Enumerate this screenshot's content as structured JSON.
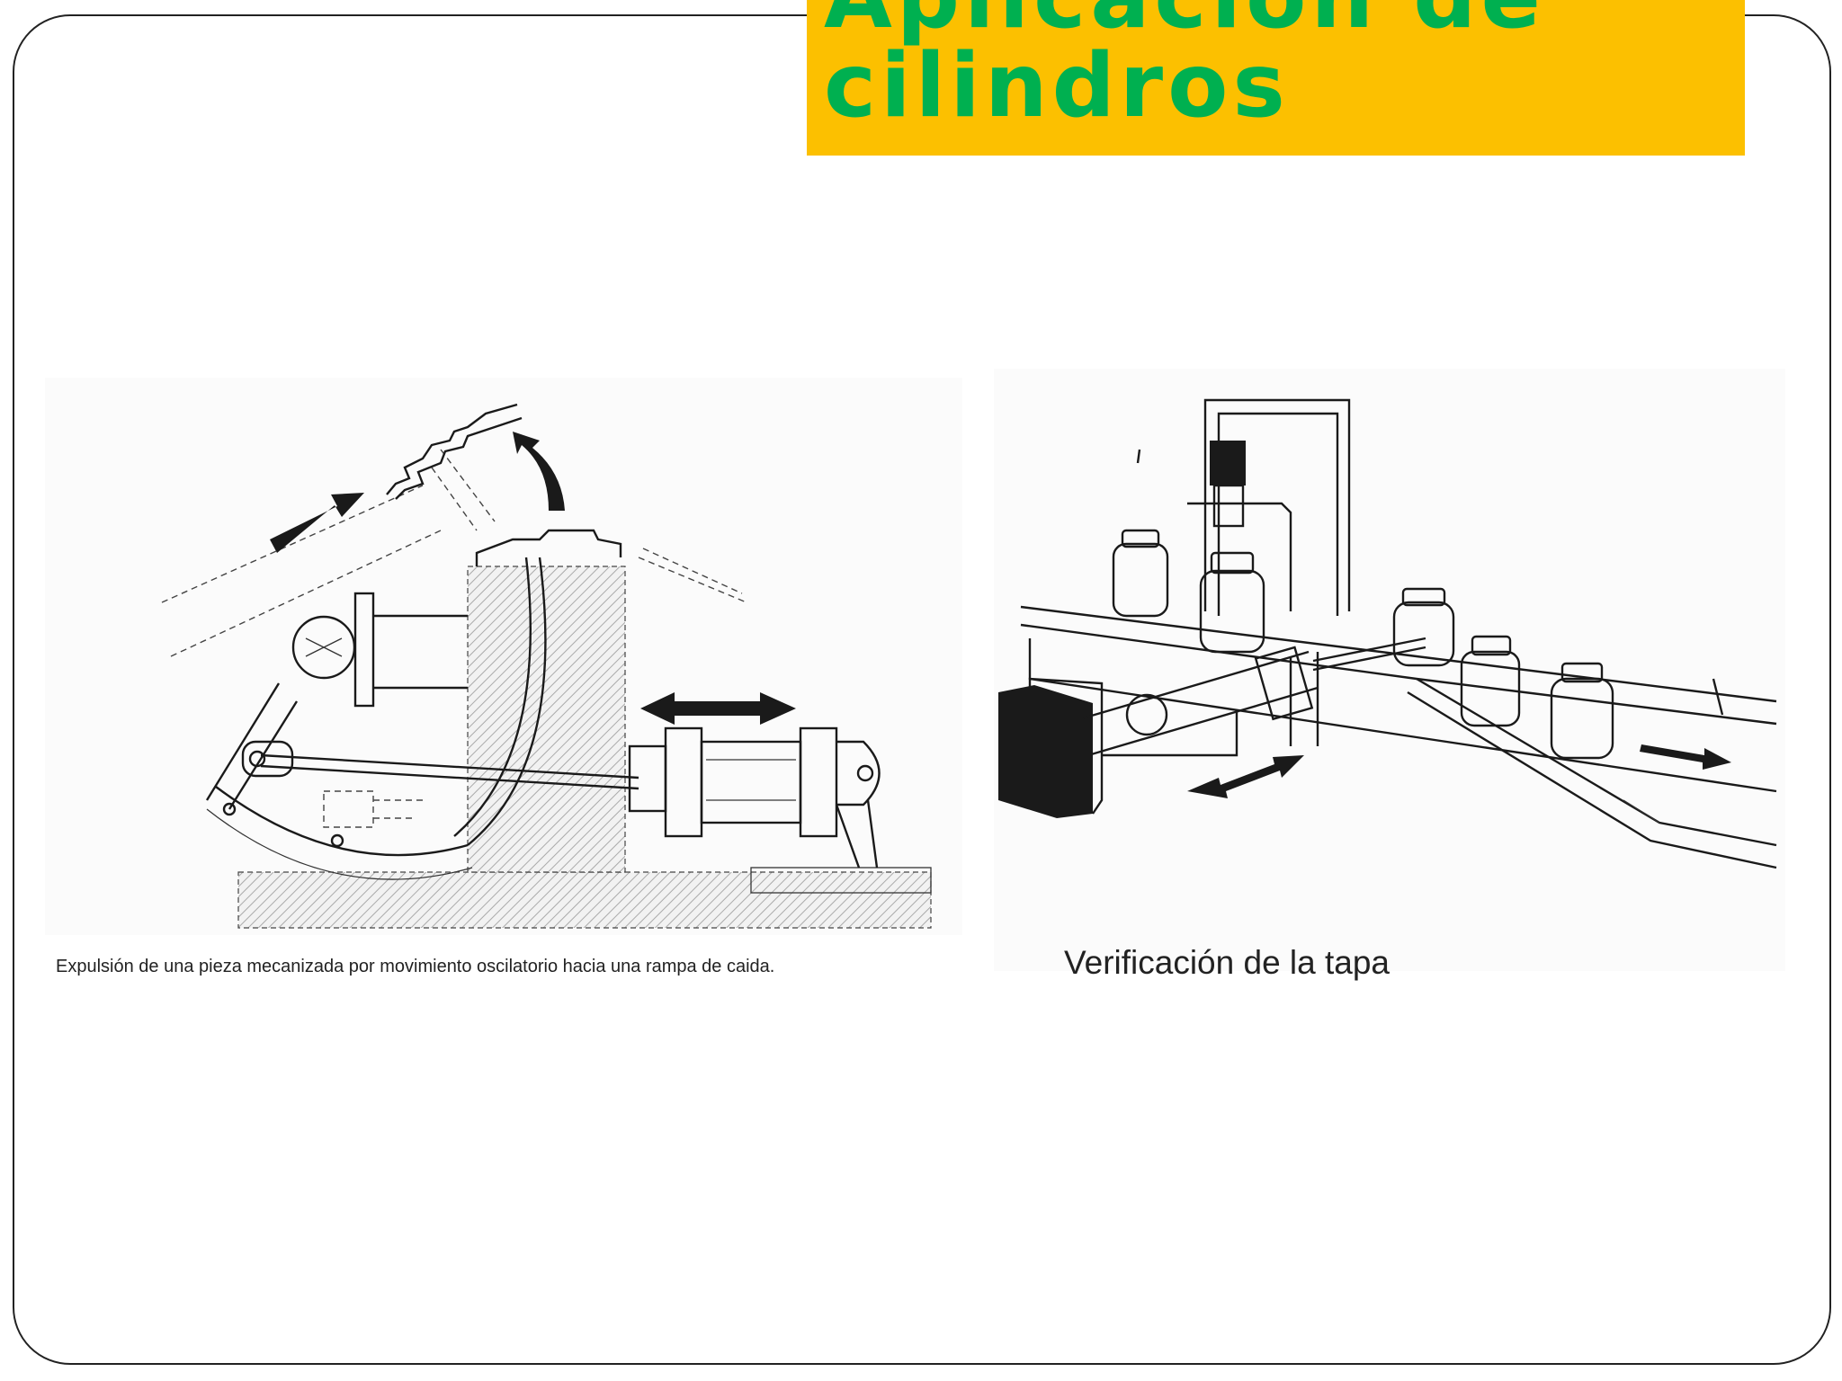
{
  "slide": {
    "title_line1": "Aplicación de",
    "title_line2": "cilindros"
  },
  "figures": {
    "left_caption": "Expulsión de una pieza mecanizada por movimiento oscilatorio hacia una rampa de caida.",
    "right_caption": "Verificación de la tapa"
  },
  "colors": {
    "title_background": "#fcc000",
    "title_text": "#00b050",
    "frame_border": "#222222"
  }
}
